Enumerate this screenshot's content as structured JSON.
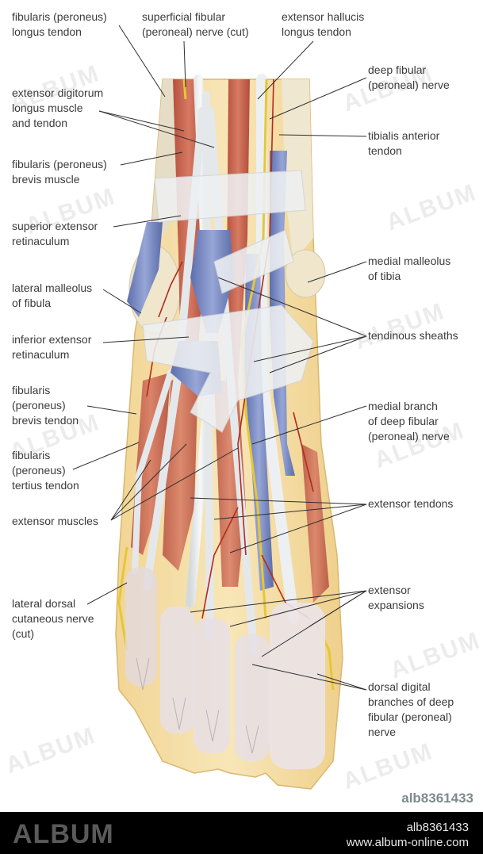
{
  "labels": {
    "fibularis_longus_tendon": "fibularis (peroneus)\nlongus tendon",
    "superficial_fibular_nerve": "superficial fibular\n(peroneal) nerve (cut)",
    "extensor_hallucis_longus_tendon": "extensor hallucis\nlongus tendon",
    "deep_fibular_nerve": "deep fibular\n(peroneal) nerve",
    "extensor_digitorum_longus": "extensor digitorum\nlongus muscle\nand tendon",
    "tibialis_anterior_tendon": "tibialis anterior\ntendon",
    "fibularis_brevis_muscle": "fibularis (peroneus)\nbrevis muscle",
    "superior_extensor_retinaculum": "superior extensor\nretinaculum",
    "medial_malleolus": "medial malleolus\nof tibia",
    "lateral_malleolus": "lateral malleolus\nof fibula",
    "tendinous_sheaths": "tendinous sheaths",
    "inferior_extensor_retinaculum": "inferior extensor\nretinaculum",
    "fibularis_brevis_tendon": "fibularis\n(peroneus)\nbrevis tendon",
    "medial_branch_deep_fibular": "medial branch\nof deep fibular\n(peroneal) nerve",
    "fibularis_tertius_tendon": "fibularis\n(peroneus)\ntertius tendon",
    "extensor_tendons": "extensor tendons",
    "extensor_muscles": "extensor muscles",
    "lateral_dorsal_cutaneous_nerve": "lateral dorsal\ncutaneous nerve\n(cut)",
    "extensor_expansions": "extensor\nexpansions",
    "dorsal_digital_branches": "dorsal digital\nbranches of deep\nfibular (peroneal)\nnerve"
  },
  "image_id": "alb8361433",
  "footer": {
    "brand": "ALBUM",
    "id": "alb8361433",
    "url": "www.album-online.com"
  },
  "watermark": "ALBUM",
  "colors": {
    "muscle": "#c9614e",
    "tendon": "#e9ecee",
    "vein": "#7d8fc4",
    "nerve": "#e9c93a",
    "artery": "#b42a1e",
    "skin": "#f3dca0",
    "bone": "#efe7cf"
  }
}
